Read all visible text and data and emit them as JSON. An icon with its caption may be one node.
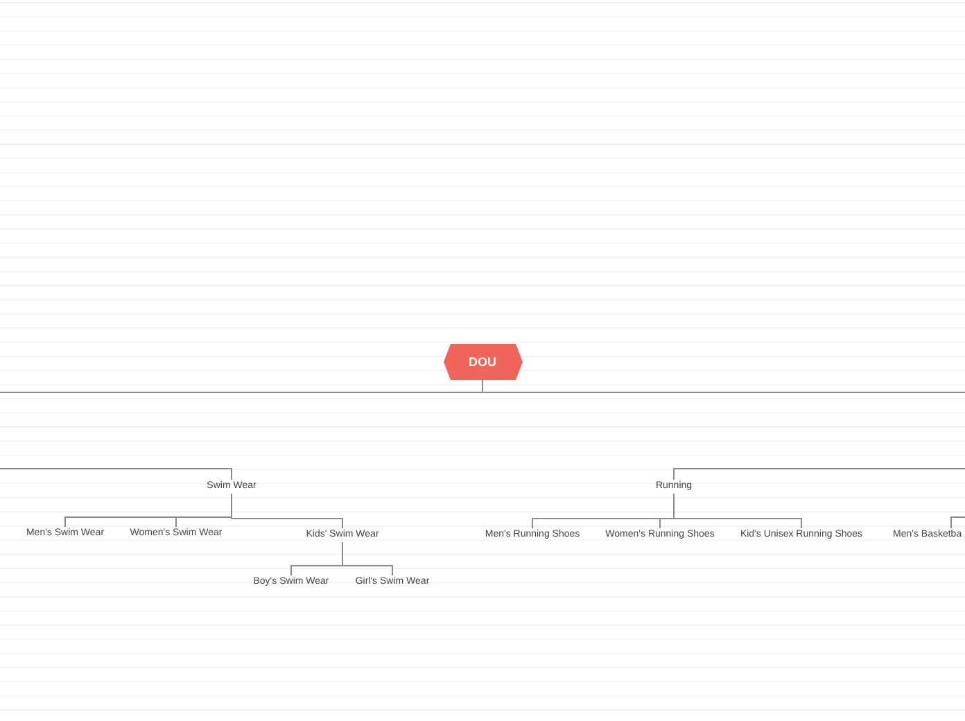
{
  "diagram": {
    "nodes": [
      {
        "text": [
          "DOU"
        ]
      },
      {
        "text": [
          "Swim Wear"
        ]
      },
      {
        "text": [
          "Men's Swim Wear"
        ]
      },
      {
        "text": [
          "Women's Swim Wear"
        ]
      },
      {
        "text": [
          "Kids' Swim Wear"
        ]
      },
      {
        "text": [
          "Boy's Swim Wear"
        ]
      },
      {
        "text": [
          "Girl's Swim Wear"
        ]
      },
      {
        "text": [
          "Running"
        ]
      },
      {
        "text": [
          "Men's Running Shoes"
        ]
      },
      {
        "text": [
          "Women's Running Shoes"
        ]
      },
      {
        "text": [
          "Kid's Unisex Running Shoes"
        ]
      },
      {
        "text": [
          "Men's Basketba"
        ]
      }
    ],
    "edges": [
      {
        "from": 0,
        "to": 1,
        "arrow": "none"
      },
      {
        "from": 1,
        "to": 2,
        "arrow": "none"
      },
      {
        "from": 1,
        "to": 3,
        "arrow": "none"
      },
      {
        "from": 1,
        "to": 4,
        "arrow": "none"
      },
      {
        "from": 4,
        "to": 5,
        "arrow": "none"
      },
      {
        "from": 4,
        "to": 6,
        "arrow": "none"
      },
      {
        "from": 0,
        "to": 7,
        "arrow": "none"
      },
      {
        "from": 7,
        "to": 8,
        "arrow": "none"
      },
      {
        "from": 7,
        "to": 9,
        "arrow": "none"
      },
      {
        "from": 7,
        "to": 10,
        "arrow": "none"
      },
      {
        "from": null,
        "to": 11,
        "arrow": "none"
      }
    ]
  }
}
